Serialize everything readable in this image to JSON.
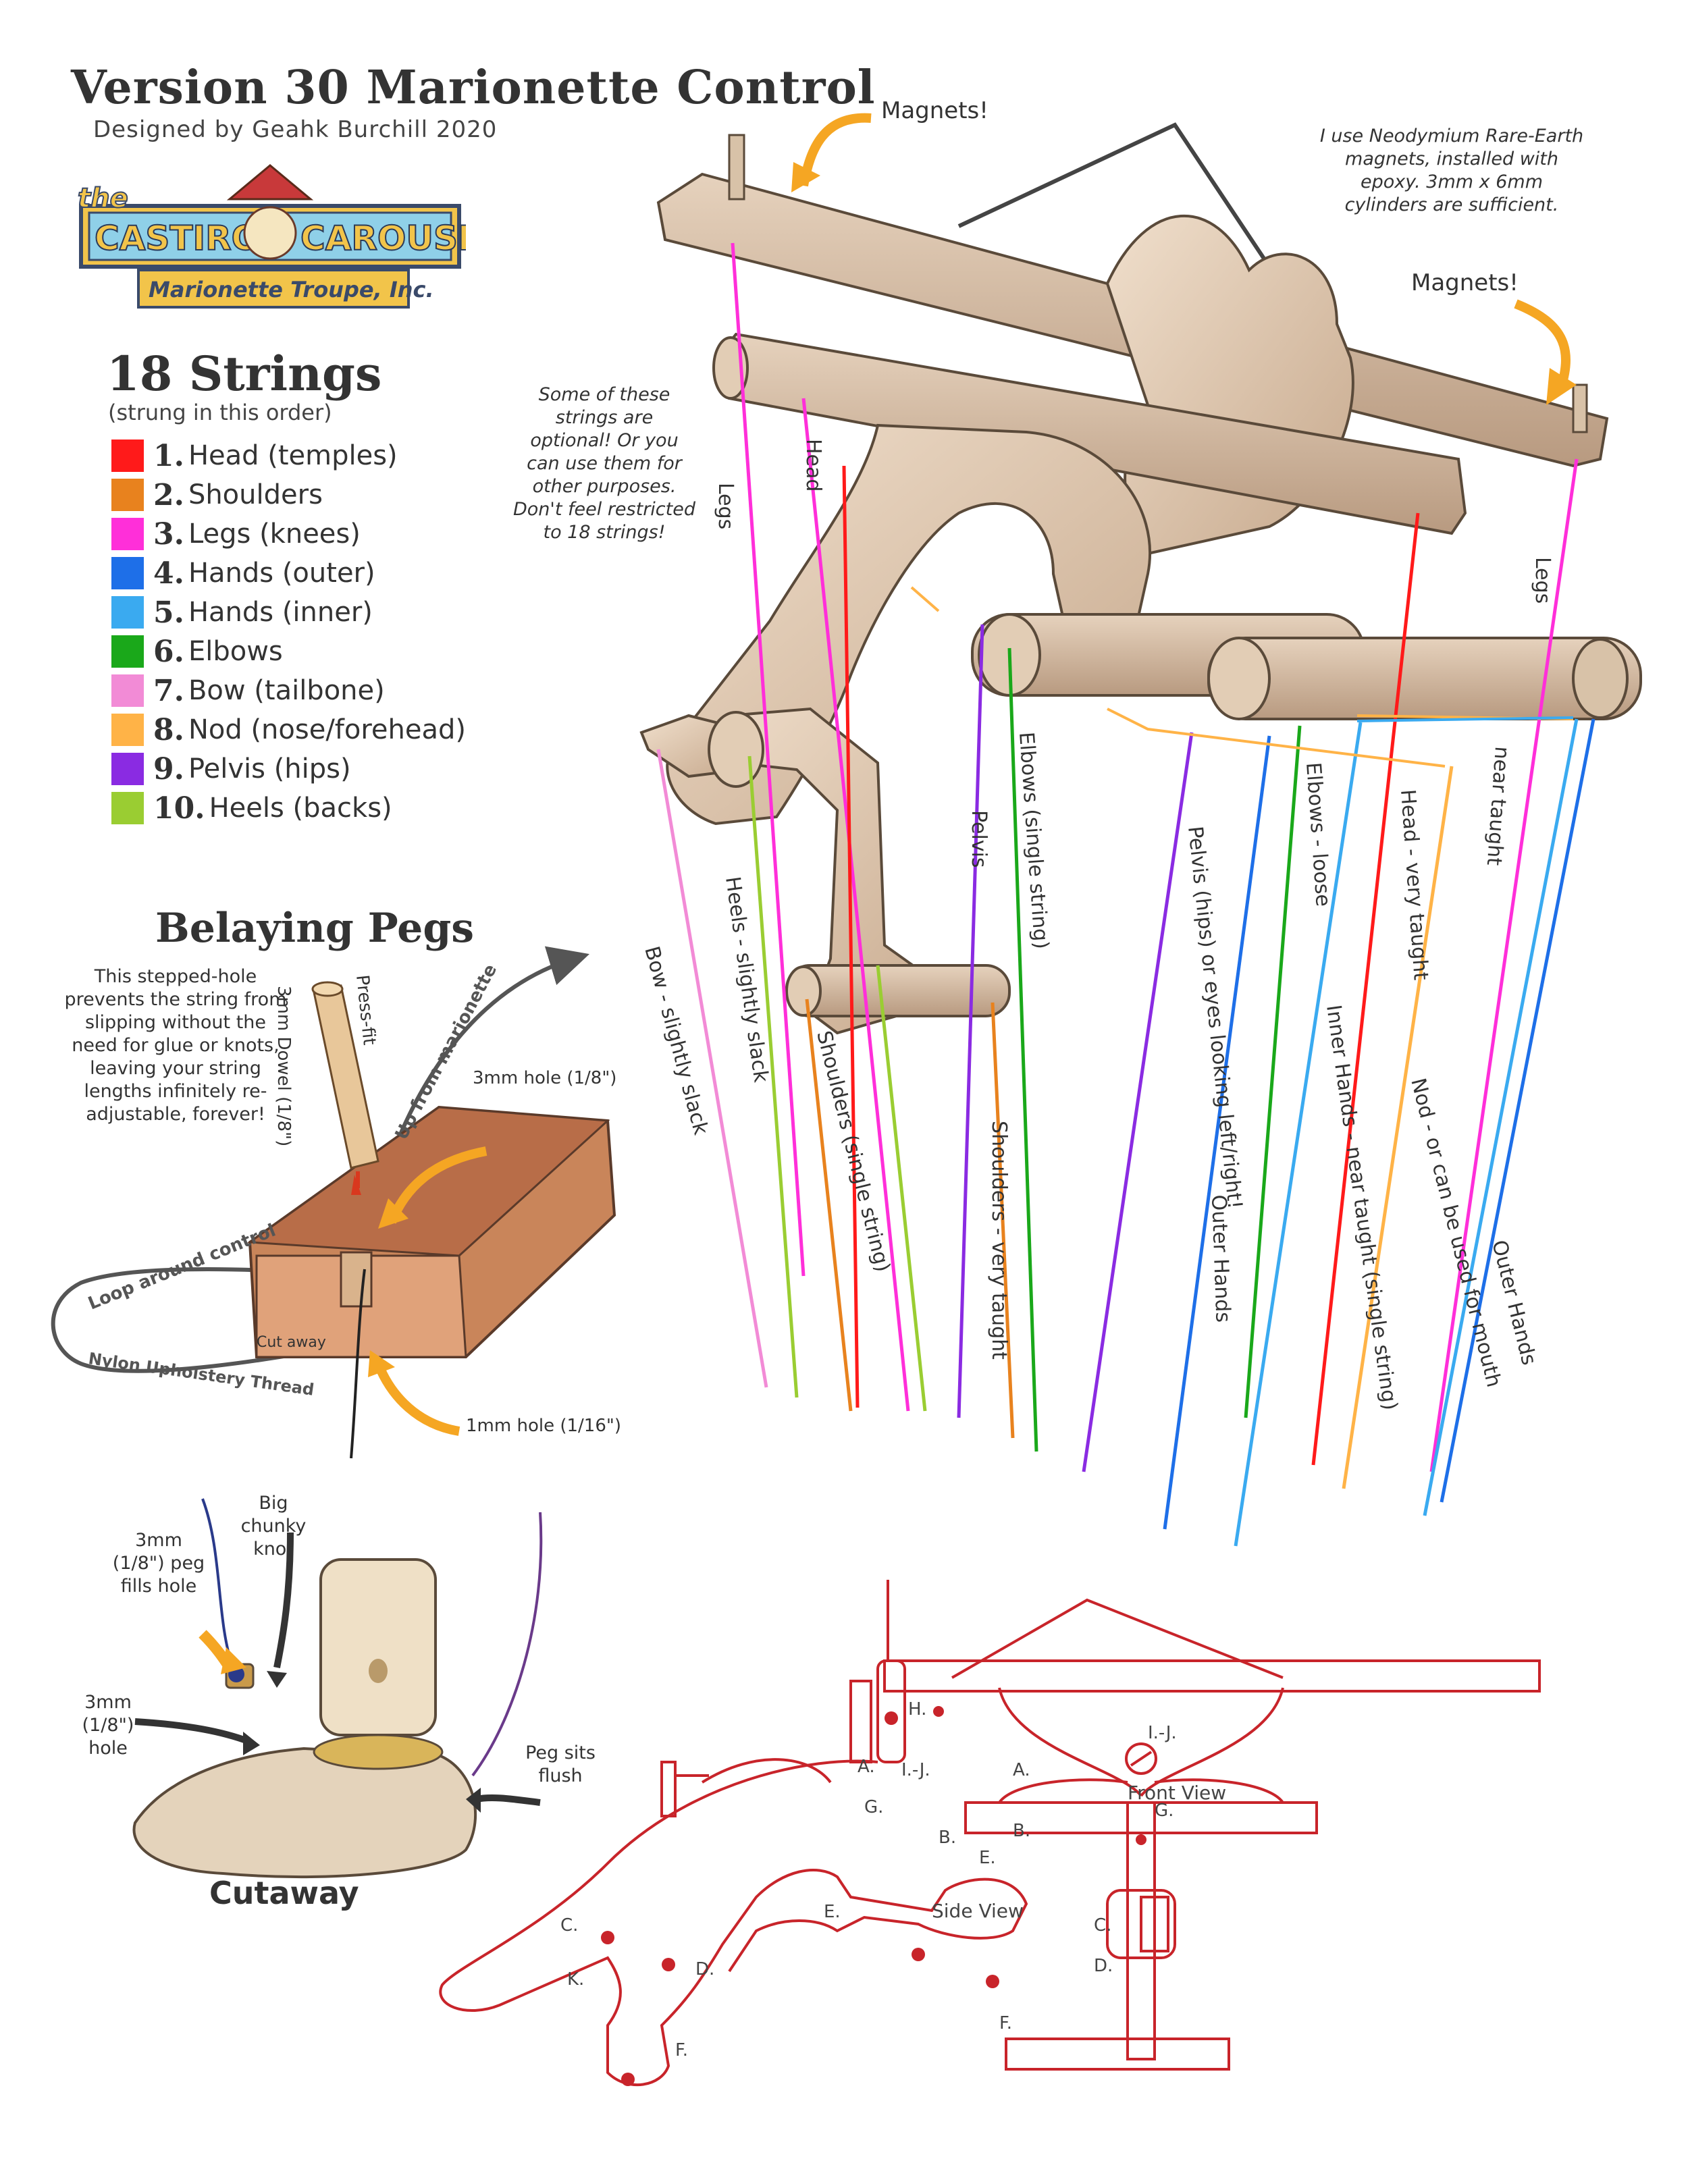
{
  "title": "Version 30 Marionette Control",
  "credit": "Designed by Geahk Burchill 2020",
  "logo": {
    "line1": "the",
    "line2": "CASTIRON",
    "line3": "CAROUSEL",
    "line4": "Marionette Troupe, Inc."
  },
  "strings_heading": "18 Strings",
  "strings_sub": "(strung in this order)",
  "legend": [
    {
      "num": "1.",
      "label": "Head (temples)",
      "color": "#ff1a1a"
    },
    {
      "num": "2.",
      "label": "Shoulders",
      "color": "#e8821e"
    },
    {
      "num": "3.",
      "label": "Legs (knees)",
      "color": "#ff2fd9"
    },
    {
      "num": "4.",
      "label": "Hands (outer)",
      "color": "#1e6fe8"
    },
    {
      "num": "5.",
      "label": "Hands (inner)",
      "color": "#3aaaf0"
    },
    {
      "num": "6.",
      "label": "Elbows",
      "color": "#1aa81a"
    },
    {
      "num": "7.",
      "label": "Bow (tailbone)",
      "color": "#f28bd6"
    },
    {
      "num": "8.",
      "label": "Nod (nose/forehead)",
      "color": "#ffb347"
    },
    {
      "num": "9.",
      "label": "Pelvis (hips)",
      "color": "#8a2be2"
    },
    {
      "num": "10.",
      "label": "Heels (backs)",
      "color": "#9acd32"
    }
  ],
  "magnets_label": "Magnets!",
  "magnet_note": "I use Neodymium Rare-Earth magnets, installed with epoxy. 3mm x 6mm cylinders are sufficient.",
  "optional_note": "Some of these strings are optional! Or you can use them for other purposes. Don't feel restricted to 18 strings!",
  "string_labels": {
    "legs_left": "Legs",
    "head_top": "Head",
    "legs_right": "Legs",
    "bow": "Bow - slightly slack",
    "heels": "Heels - slightly slack",
    "shoulders_single": "Shoulders (single string)",
    "pelvis": "Pelvis",
    "shoulders_taught": "Shoulders - very taught",
    "elbows_single": "Elbows (single string)",
    "pelvis_hips": "Pelvis (hips) or eyes looking left/right!",
    "outer_hands_left": "Outer Hands",
    "elbows_loose": "Elbows - loose",
    "inner_hands": "Inner Hands - near taught (single string)",
    "head_taught": "Head - very taught",
    "nod": "Nod - or can be used for mouth",
    "near_taught": "near taught",
    "outer_hands_right": "Outer Hands"
  },
  "belaying": {
    "heading": "Belaying Pegs",
    "note": "This stepped-hole prevents the string from slipping without the need for glue or knots, leaving your string lengths infinitely re-adjustable, forever!",
    "dowel": "3mm Dowel (1/8\")",
    "press_fit": "Press-fit",
    "up_from": "Up from marionette",
    "hole3": "3mm hole (1/8\")",
    "loop": "Loop around control",
    "cut_away": "Cut away",
    "thread": "Nylon Upholstery Thread",
    "hole1": "1mm hole (1/16\")"
  },
  "cutaway": {
    "peg_fills": "3mm (1/8\") peg fills hole",
    "knot": "Big chunky knot",
    "hole": "3mm (1/8\") hole",
    "flush": "Peg sits flush",
    "caption": "Cutaway"
  },
  "schematic": {
    "front_view": "Front View",
    "side_view": "Side View",
    "labels": [
      "A.",
      "A.",
      "H.",
      "I.-J.",
      "I.-J.",
      "G.",
      "G.",
      "B.",
      "B.",
      "E.",
      "E.",
      "C.",
      "C.",
      "D.",
      "D.",
      "K.",
      "F.",
      "F."
    ]
  }
}
